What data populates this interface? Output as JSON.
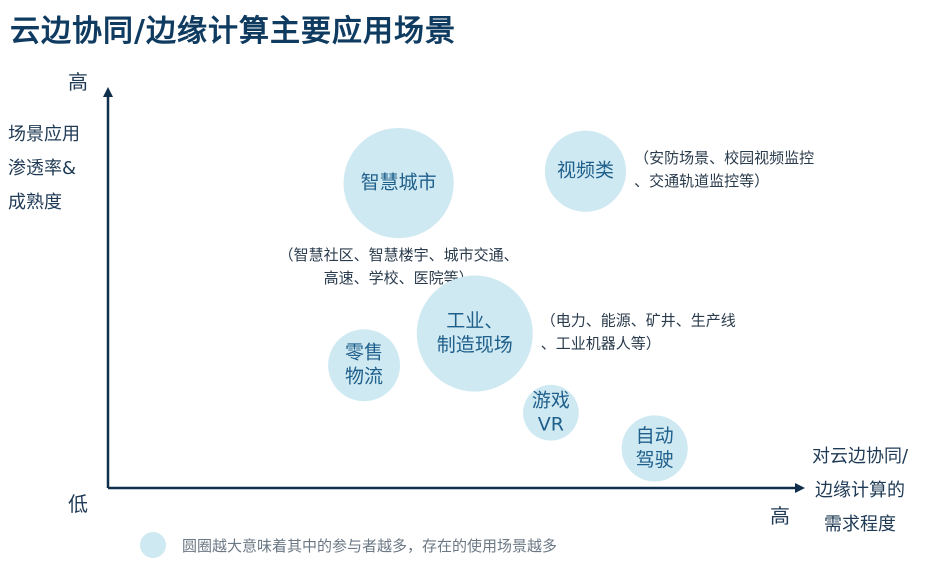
{
  "title": "云边协同/边缘计算主要应用场景",
  "ylabel_lines": [
    "场景应用",
    "渗透率&",
    "成熟度"
  ],
  "xlabel_lines": [
    "对云边协同/",
    "边缘计算的",
    "需求程度"
  ],
  "ticks": {
    "y_high": "高",
    "origin_low": "低",
    "x_high": "高"
  },
  "legend": {
    "text": "圆圈越大意味着其中的参与者越多，存在的使用场景越多"
  },
  "colors": {
    "bubble": "#cfe9f2",
    "bubble_text": "#1f5f8b",
    "annotation_text": "#2a3b4c",
    "axis": "#0f2f4d",
    "title": "#0f3b60"
  },
  "chart_data": {
    "type": "scatter",
    "title": "云边协同/边缘计算主要应用场景",
    "xlabel": "对云边协同/边缘计算的需求程度",
    "ylabel": "场景应用渗透率&成熟度",
    "x_range": [
      "低",
      "高"
    ],
    "y_range": [
      "低",
      "高"
    ],
    "size_meaning": "圆圈越大意味着其中的参与者越多，存在的使用场景越多",
    "points": [
      {
        "label_lines": [
          "智慧城市"
        ],
        "x": 0.42,
        "y": 0.77,
        "size": 0.95,
        "annotation_lines": [
          "（智慧社区、智慧楼宇、城市交通、",
          "高速、学校、医院等）"
        ]
      },
      {
        "label_lines": [
          "视频类"
        ],
        "x": 0.69,
        "y": 0.8,
        "size": 0.7,
        "annotation_lines": [
          "（安防场景、校园视频监控",
          "、交通轨道监控等）"
        ]
      },
      {
        "label_lines": [
          "工业、",
          "制造现场"
        ],
        "x": 0.53,
        "y": 0.39,
        "size": 1.0,
        "annotation_lines": [
          "（电力、能源、矿井、生产线",
          "、工业机器人等）"
        ]
      },
      {
        "label_lines": [
          "零售",
          "物流"
        ],
        "x": 0.37,
        "y": 0.31,
        "size": 0.62,
        "annotation_lines": []
      },
      {
        "label_lines": [
          "游戏",
          "VR"
        ],
        "x": 0.64,
        "y": 0.19,
        "size": 0.48,
        "annotation_lines": []
      },
      {
        "label_lines": [
          "自动",
          "驾驶"
        ],
        "x": 0.79,
        "y": 0.1,
        "size": 0.57,
        "annotation_lines": []
      }
    ]
  }
}
